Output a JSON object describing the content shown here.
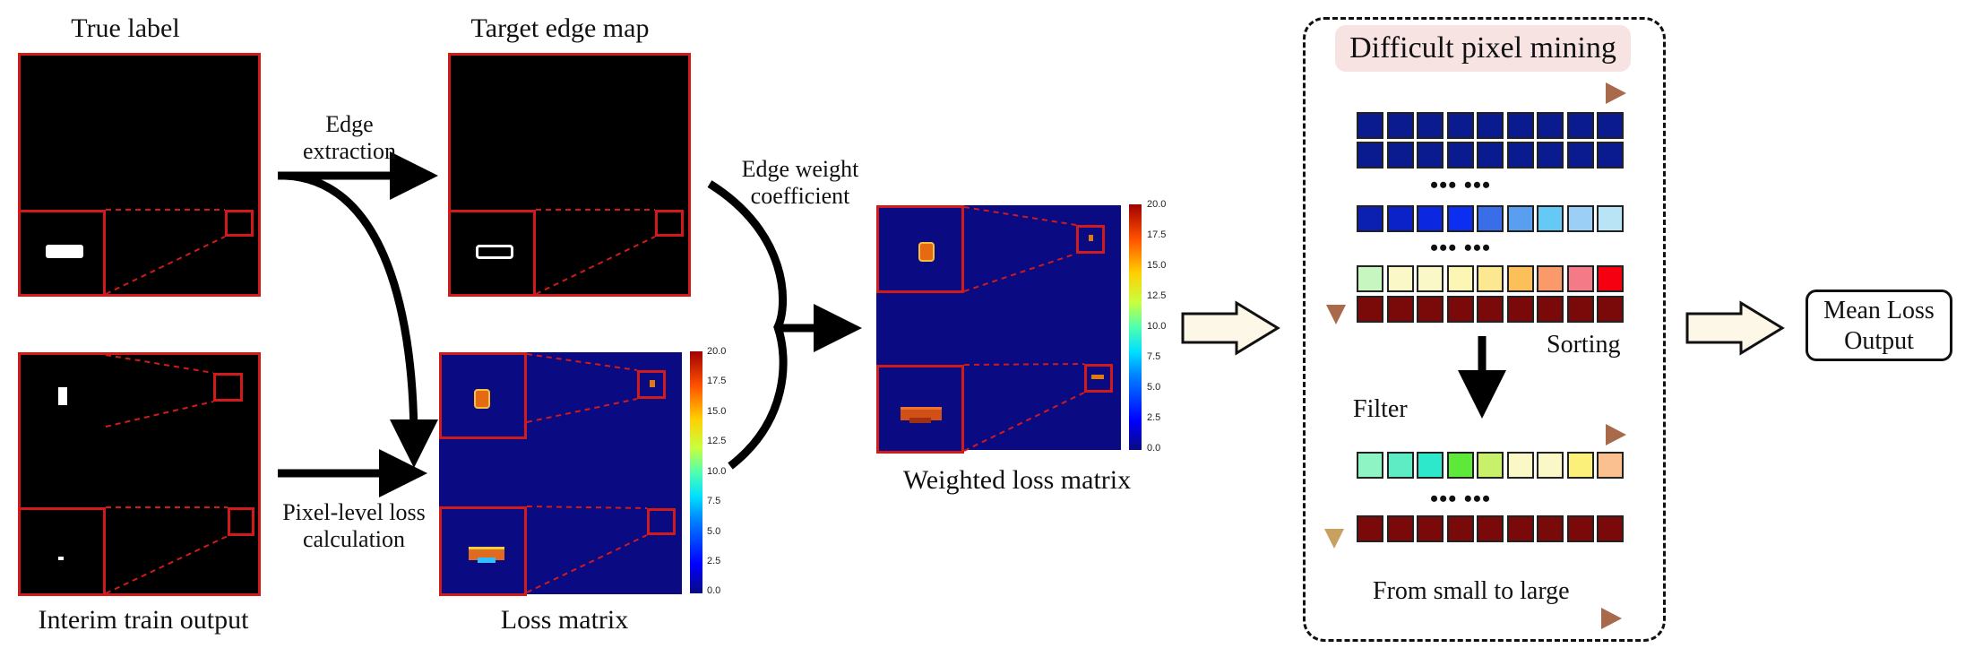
{
  "labels": {
    "true_label": "True label",
    "target_edge_map": "Target edge map",
    "interim_output": "Interim train output",
    "loss_matrix": "Loss matrix",
    "weighted_loss_matrix": "Weighted loss matrix",
    "edge_extraction_1": "Edge",
    "edge_extraction_2": "extraction",
    "pixel_loss_1": "Pixel-level loss",
    "pixel_loss_2": "calculation",
    "edge_weight_1": "Edge weight",
    "edge_weight_2": "coefficient"
  },
  "mining": {
    "title": "Difficult pixel mining",
    "dots": "•••  •••",
    "sorting": "Sorting",
    "filter": "Filter",
    "from_small": "From small to large",
    "row1": [
      "#0a1a8f",
      "#0a1a8f",
      "#0a1a8f",
      "#0a1a8f",
      "#0a1a8f",
      "#0a1a8f",
      "#0a1a8f",
      "#0a1a8f",
      "#0a1a8f"
    ],
    "row2": [
      "#0a1a8f",
      "#0a1a8f",
      "#0a1a8f",
      "#0a1a8f",
      "#0a1a8f",
      "#0a1a8f",
      "#0a1a8f",
      "#0a1a8f",
      "#0a1a8f"
    ],
    "row3": [
      "#0b1fb0",
      "#0b22c8",
      "#0b28e0",
      "#0b2ef0",
      "#3a6ee8",
      "#5a9ef0",
      "#66c8f4",
      "#9ccff6",
      "#b9e4f6"
    ],
    "row4": [
      "#c8f6c0",
      "#fbf8c8",
      "#fbf8c8",
      "#fbf6b4",
      "#fbe890",
      "#fbc05a",
      "#fa9a6a",
      "#f47a88",
      "#f50010"
    ],
    "row5": [
      "#7a0a0a",
      "#7a0a0a",
      "#7a0a0a",
      "#7a0a0a",
      "#7a0a0a",
      "#7a0a0a",
      "#7a0a0a",
      "#7a0a0a",
      "#7a0a0a"
    ],
    "row6": [
      "#8ef4c4",
      "#5eecc4",
      "#2ee8cc",
      "#5ee83a",
      "#c8f06a",
      "#fbf8c8",
      "#fbf8c8",
      "#fbf07a",
      "#fbc090"
    ],
    "row7": [
      "#7a0a0a",
      "#7a0a0a",
      "#7a0a0a",
      "#7a0a0a",
      "#7a0a0a",
      "#7a0a0a",
      "#7a0a0a",
      "#7a0a0a",
      "#7a0a0a"
    ]
  },
  "output": {
    "line1": "Mean Loss",
    "line2": "Output"
  },
  "colorbar_ticks": [
    "20.0",
    "17.5",
    "15.0",
    "12.5",
    "10.0",
    "7.5",
    "5.0",
    "2.5",
    "0.0"
  ]
}
